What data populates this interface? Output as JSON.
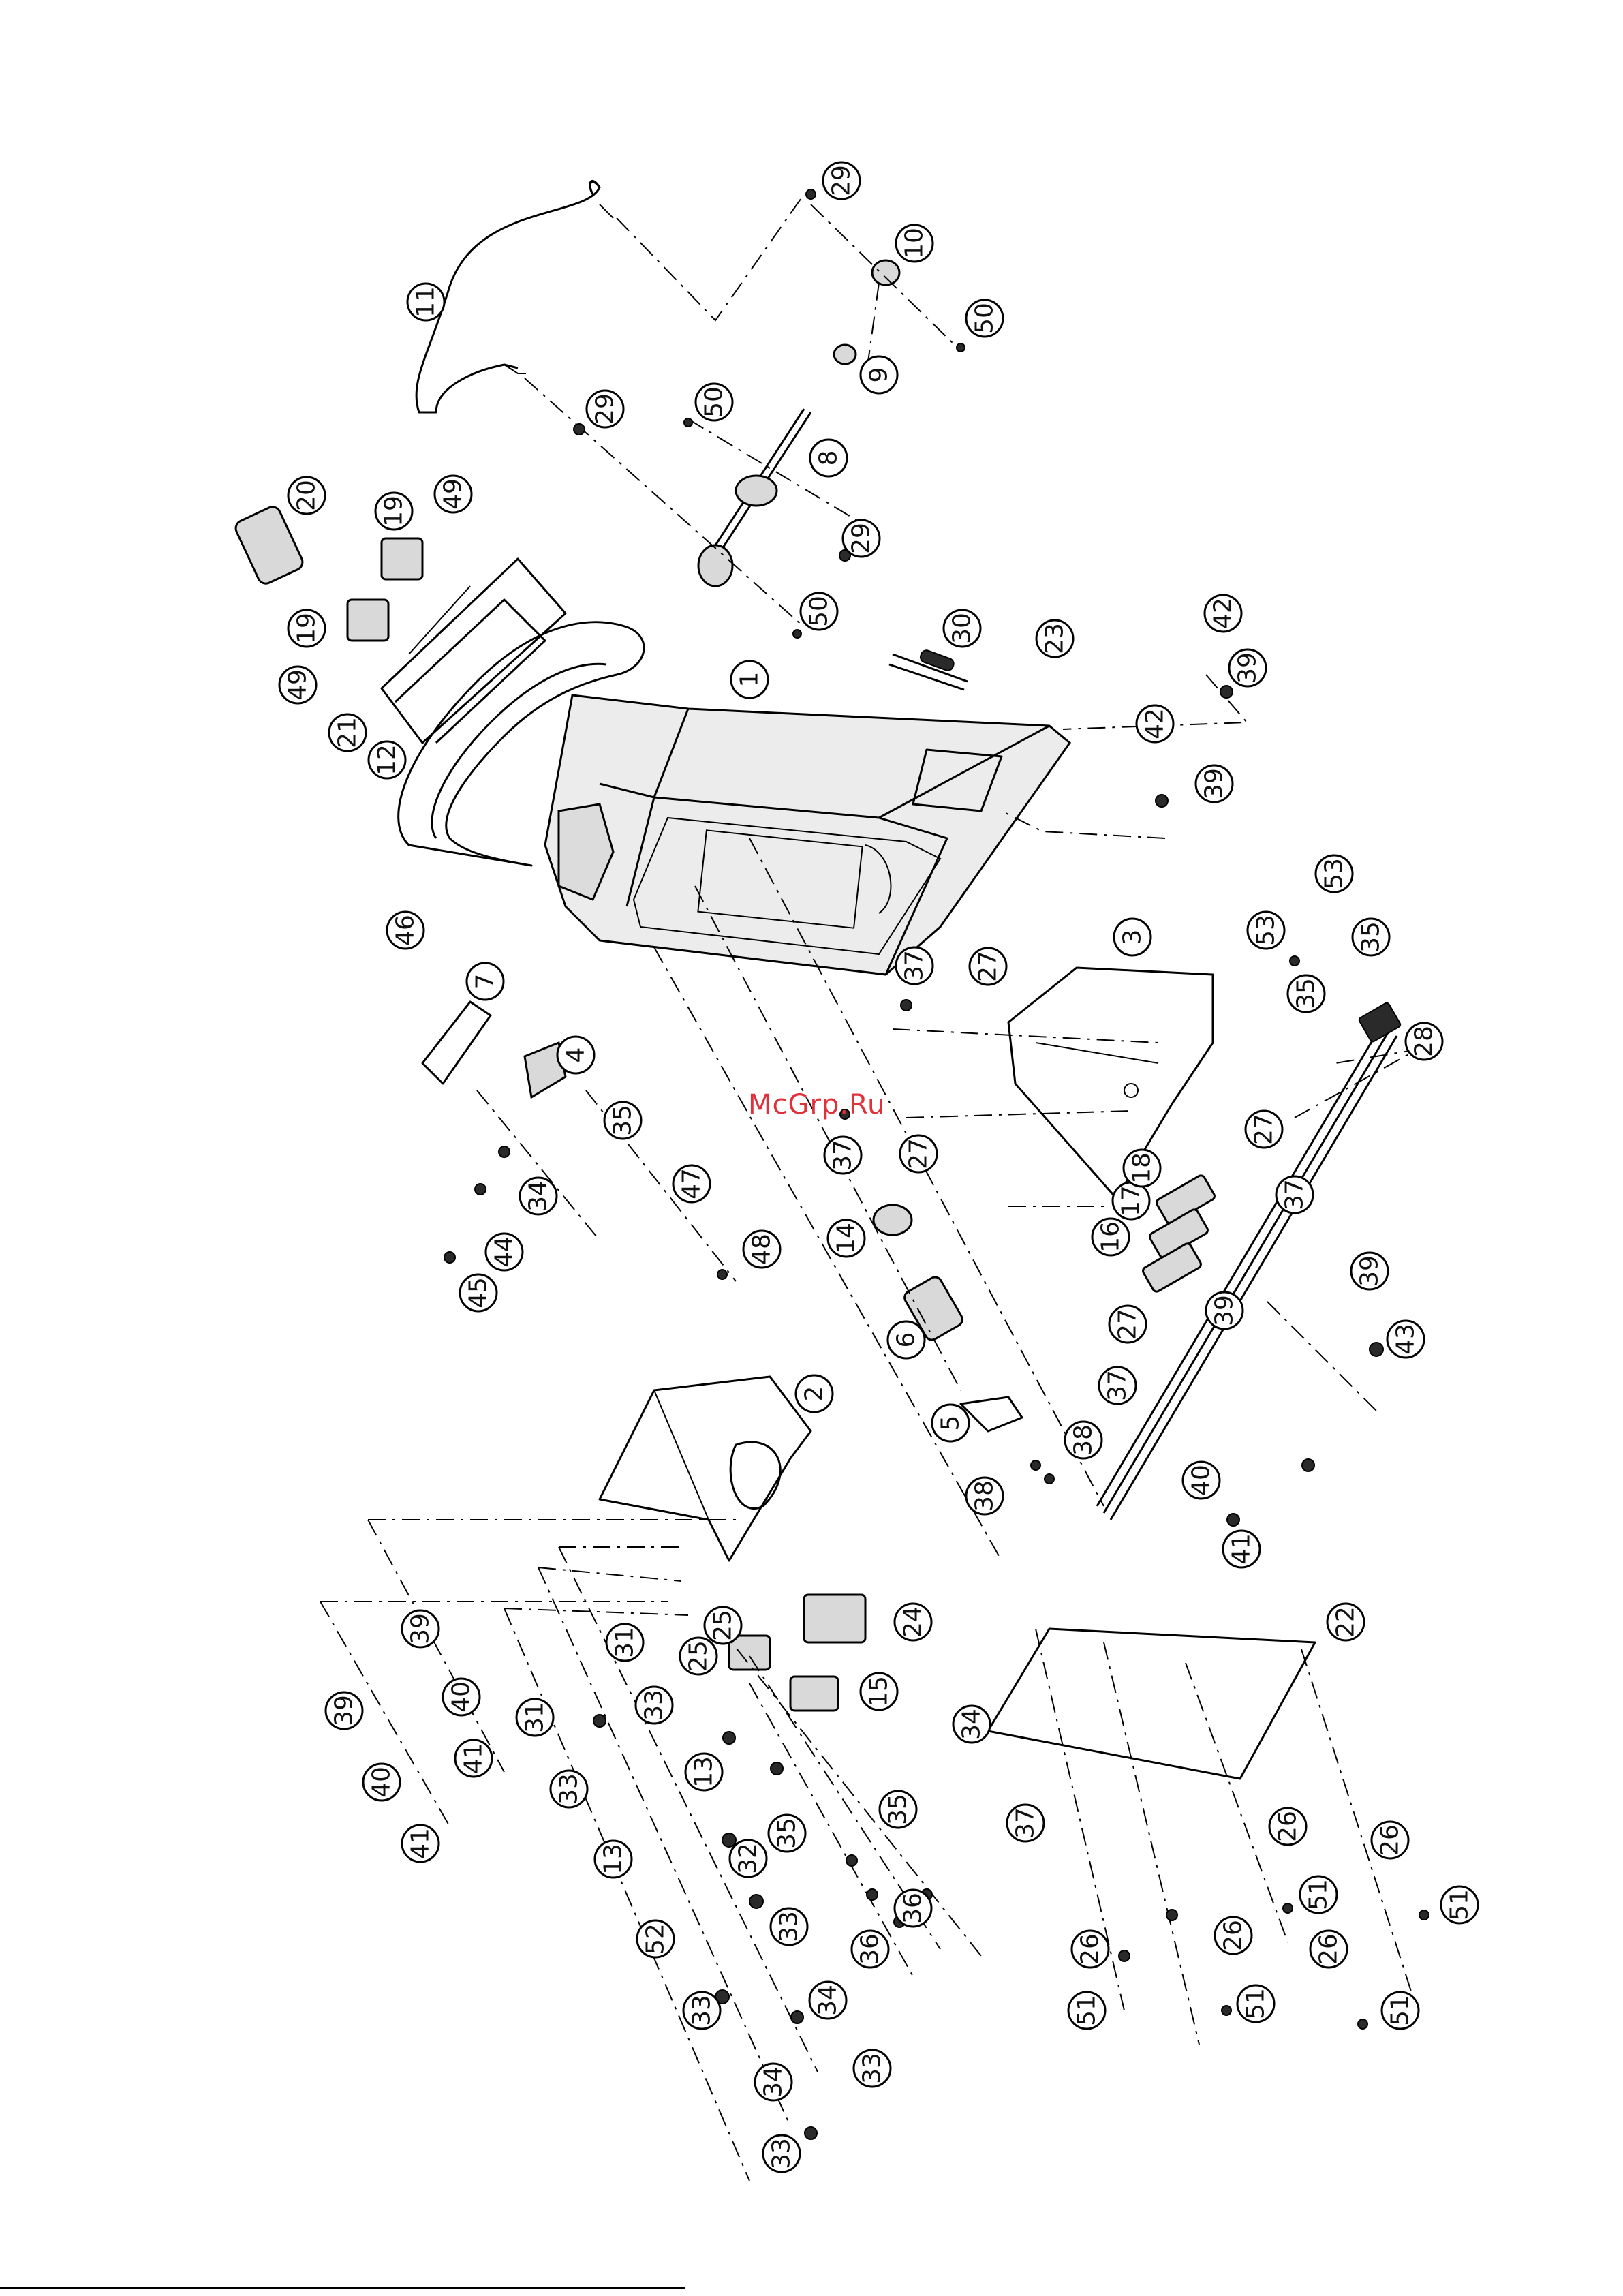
{
  "watermark": "McGrp.Ru",
  "page_mark": "",
  "callouts": [
    {
      "id": "c1",
      "label": "1"
    },
    {
      "id": "c2",
      "label": "2"
    },
    {
      "id": "c3",
      "label": "3"
    },
    {
      "id": "c4",
      "label": "4"
    },
    {
      "id": "c5",
      "label": "5"
    },
    {
      "id": "c6",
      "label": "6"
    },
    {
      "id": "c7",
      "label": "7"
    },
    {
      "id": "c8",
      "label": "8"
    },
    {
      "id": "c9",
      "label": "9"
    },
    {
      "id": "c10",
      "label": "10"
    },
    {
      "id": "c11",
      "label": "11"
    },
    {
      "id": "c12",
      "label": "12"
    },
    {
      "id": "c13a",
      "label": "13"
    },
    {
      "id": "c13b",
      "label": "13"
    },
    {
      "id": "c14",
      "label": "14"
    },
    {
      "id": "c15",
      "label": "15"
    },
    {
      "id": "c16",
      "label": "16"
    },
    {
      "id": "c17",
      "label": "17"
    },
    {
      "id": "c18",
      "label": "18"
    },
    {
      "id": "c19a",
      "label": "19"
    },
    {
      "id": "c19b",
      "label": "19"
    },
    {
      "id": "c20",
      "label": "20"
    },
    {
      "id": "c21",
      "label": "21"
    },
    {
      "id": "c22",
      "label": "22"
    },
    {
      "id": "c23",
      "label": "23"
    },
    {
      "id": "c24",
      "label": "24"
    },
    {
      "id": "c25a",
      "label": "25"
    },
    {
      "id": "c25b",
      "label": "25"
    },
    {
      "id": "c26a",
      "label": "26"
    },
    {
      "id": "c26b",
      "label": "26"
    },
    {
      "id": "c26c",
      "label": "26"
    },
    {
      "id": "c26d",
      "label": "26"
    },
    {
      "id": "c26e",
      "label": "26"
    },
    {
      "id": "c27a",
      "label": "27"
    },
    {
      "id": "c27b",
      "label": "27"
    },
    {
      "id": "c27c",
      "label": "27"
    },
    {
      "id": "c27d",
      "label": "27"
    },
    {
      "id": "c28",
      "label": "28"
    },
    {
      "id": "c29a",
      "label": "29"
    },
    {
      "id": "c29b",
      "label": "29"
    },
    {
      "id": "c29c",
      "label": "29"
    },
    {
      "id": "c30",
      "label": "30"
    },
    {
      "id": "c31a",
      "label": "31"
    },
    {
      "id": "c31b",
      "label": "31"
    },
    {
      "id": "c32",
      "label": "32"
    },
    {
      "id": "c33a",
      "label": "33"
    },
    {
      "id": "c33b",
      "label": "33"
    },
    {
      "id": "c33c",
      "label": "33"
    },
    {
      "id": "c33d",
      "label": "33"
    },
    {
      "id": "c33e",
      "label": "33"
    },
    {
      "id": "c33f",
      "label": "33"
    },
    {
      "id": "c34a",
      "label": "34"
    },
    {
      "id": "c34b",
      "label": "34"
    },
    {
      "id": "c34c",
      "label": "34"
    },
    {
      "id": "c34d",
      "label": "34"
    },
    {
      "id": "c35a",
      "label": "35"
    },
    {
      "id": "c35b",
      "label": "35"
    },
    {
      "id": "c35c",
      "label": "35"
    },
    {
      "id": "c35d",
      "label": "35"
    },
    {
      "id": "c35e",
      "label": "35"
    },
    {
      "id": "c36a",
      "label": "36"
    },
    {
      "id": "c36b",
      "label": "36"
    },
    {
      "id": "c37a",
      "label": "37"
    },
    {
      "id": "c37b",
      "label": "37"
    },
    {
      "id": "c37c",
      "label": "37"
    },
    {
      "id": "c37d",
      "label": "37"
    },
    {
      "id": "c37e",
      "label": "37"
    },
    {
      "id": "c38a",
      "label": "38"
    },
    {
      "id": "c38b",
      "label": "38"
    },
    {
      "id": "c39a",
      "label": "39"
    },
    {
      "id": "c39b",
      "label": "39"
    },
    {
      "id": "c39c",
      "label": "39"
    },
    {
      "id": "c39d",
      "label": "39"
    },
    {
      "id": "c39e",
      "label": "39"
    },
    {
      "id": "c39f",
      "label": "39"
    },
    {
      "id": "c40a",
      "label": "40"
    },
    {
      "id": "c40b",
      "label": "40"
    },
    {
      "id": "c40c",
      "label": "40"
    },
    {
      "id": "c41a",
      "label": "41"
    },
    {
      "id": "c41b",
      "label": "41"
    },
    {
      "id": "c41c",
      "label": "41"
    },
    {
      "id": "c42a",
      "label": "42"
    },
    {
      "id": "c42b",
      "label": "42"
    },
    {
      "id": "c43",
      "label": "43"
    },
    {
      "id": "c44",
      "label": "44"
    },
    {
      "id": "c45",
      "label": "45"
    },
    {
      "id": "c46",
      "label": "46"
    },
    {
      "id": "c47",
      "label": "47"
    },
    {
      "id": "c48",
      "label": "48"
    },
    {
      "id": "c49a",
      "label": "49"
    },
    {
      "id": "c49b",
      "label": "49"
    },
    {
      "id": "c50a",
      "label": "50"
    },
    {
      "id": "c50b",
      "label": "50"
    },
    {
      "id": "c50c",
      "label": "50"
    },
    {
      "id": "c51a",
      "label": "51"
    },
    {
      "id": "c51b",
      "label": "51"
    },
    {
      "id": "c51c",
      "label": "51"
    },
    {
      "id": "c51d",
      "label": "51"
    },
    {
      "id": "c51e",
      "label": "51"
    },
    {
      "id": "c52",
      "label": "52"
    },
    {
      "id": "c53a",
      "label": "53"
    },
    {
      "id": "c53b",
      "label": "53"
    }
  ]
}
